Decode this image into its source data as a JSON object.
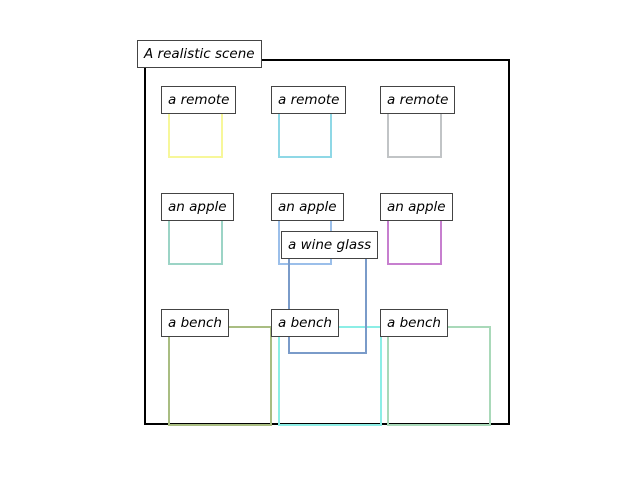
{
  "scene": {
    "title": "A realistic scene",
    "objects": [
      {
        "label": "a remote",
        "color": "#f7f79a"
      },
      {
        "label": "a remote",
        "color": "#8fd8e6"
      },
      {
        "label": "a remote",
        "color": "#c1c4c6"
      },
      {
        "label": "an apple",
        "color": "#9cd4c6"
      },
      {
        "label": "an apple",
        "color": "#9bbfea"
      },
      {
        "label": "an apple",
        "color": "#c77fcf"
      },
      {
        "label": "a wine glass",
        "color": "#7a9bc9"
      },
      {
        "label": "a bench",
        "color": "#a9bd82"
      },
      {
        "label": "a bench",
        "color": "#8ceee6"
      },
      {
        "label": "a bench",
        "color": "#a9d9b9"
      }
    ]
  }
}
